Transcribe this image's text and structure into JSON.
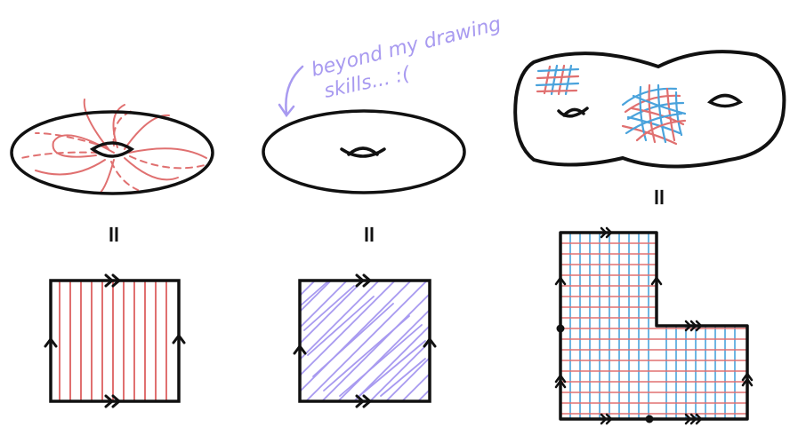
{
  "caption": {
    "line1": "beyond my drawing",
    "line2": "skills... :("
  },
  "equals_signs": [
    "=",
    "=",
    "="
  ],
  "colors": {
    "outline": "#111111",
    "red": "#e07070",
    "blue": "#4aa3dc",
    "purple": "#a89af0"
  },
  "panels": [
    {
      "name": "torus-foliated",
      "shading": "red-lines"
    },
    {
      "name": "torus-shaded",
      "shading": "purple-hatch"
    },
    {
      "name": "genus-two-surface",
      "shading": "red-blue-grid"
    }
  ]
}
